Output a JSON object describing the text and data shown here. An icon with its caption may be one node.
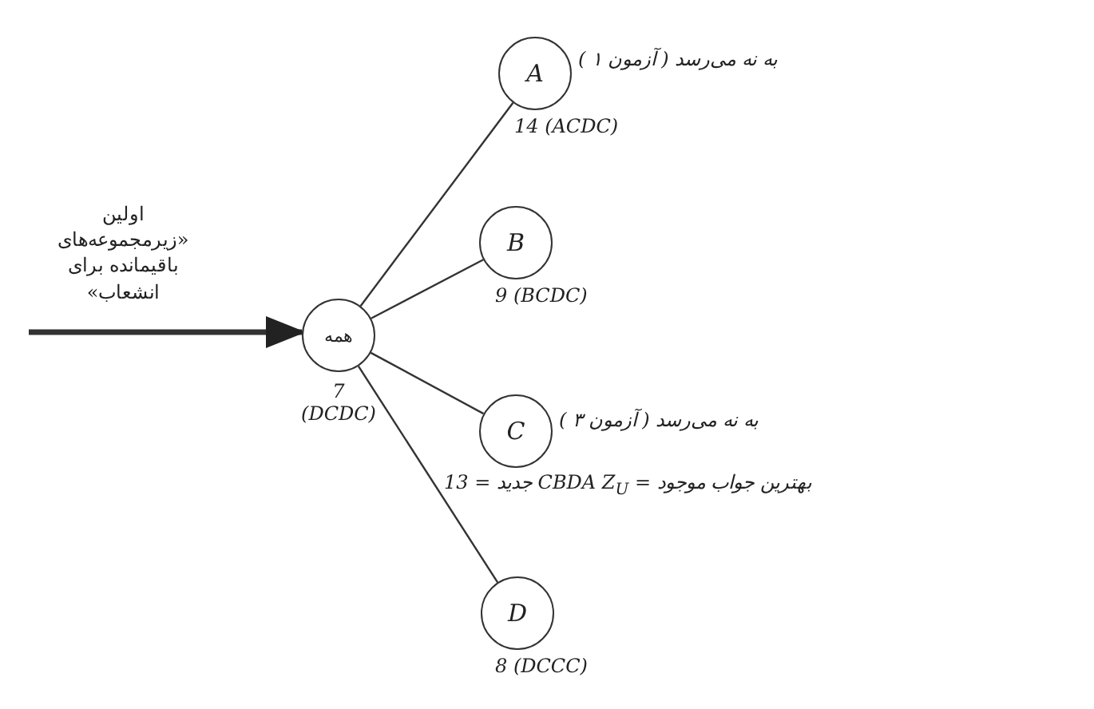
{
  "diagram": {
    "nodes": [
      {
        "text": [
          "همه"
        ],
        "beside": [
          "7 (DCDC)"
        ]
      },
      {
        "text": [
          "A"
        ],
        "beside": [
          "به نه می‌رسد ( آزمون ۱ )",
          "14 (ACDC)"
        ]
      },
      {
        "text": [
          "B"
        ],
        "beside": [
          "9 (BCDC)"
        ]
      },
      {
        "text": [
          "C"
        ],
        "beside": [
          "به نه می‌رسد ( آزمون ۳ )",
          "بهترین جواب موجود = CBDA   Z$_{U}$ جدید = 13"
        ]
      },
      {
        "text": [
          "D"
        ],
        "beside": [
          "8 (DCCC)"
        ]
      }
    ],
    "edges": [
      {
        "from": null,
        "to": 0,
        "arrow": "to",
        "style": "thick",
        "label": "اولین «زیرمجموعه‌های باقیمانده برای انشعاب»"
      },
      {
        "from": 0,
        "to": 1,
        "arrow": "none"
      },
      {
        "from": 0,
        "to": 2,
        "arrow": "none"
      },
      {
        "from": 0,
        "to": 3,
        "arrow": "none"
      },
      {
        "from": 0,
        "to": 4,
        "arrow": "none"
      }
    ]
  }
}
